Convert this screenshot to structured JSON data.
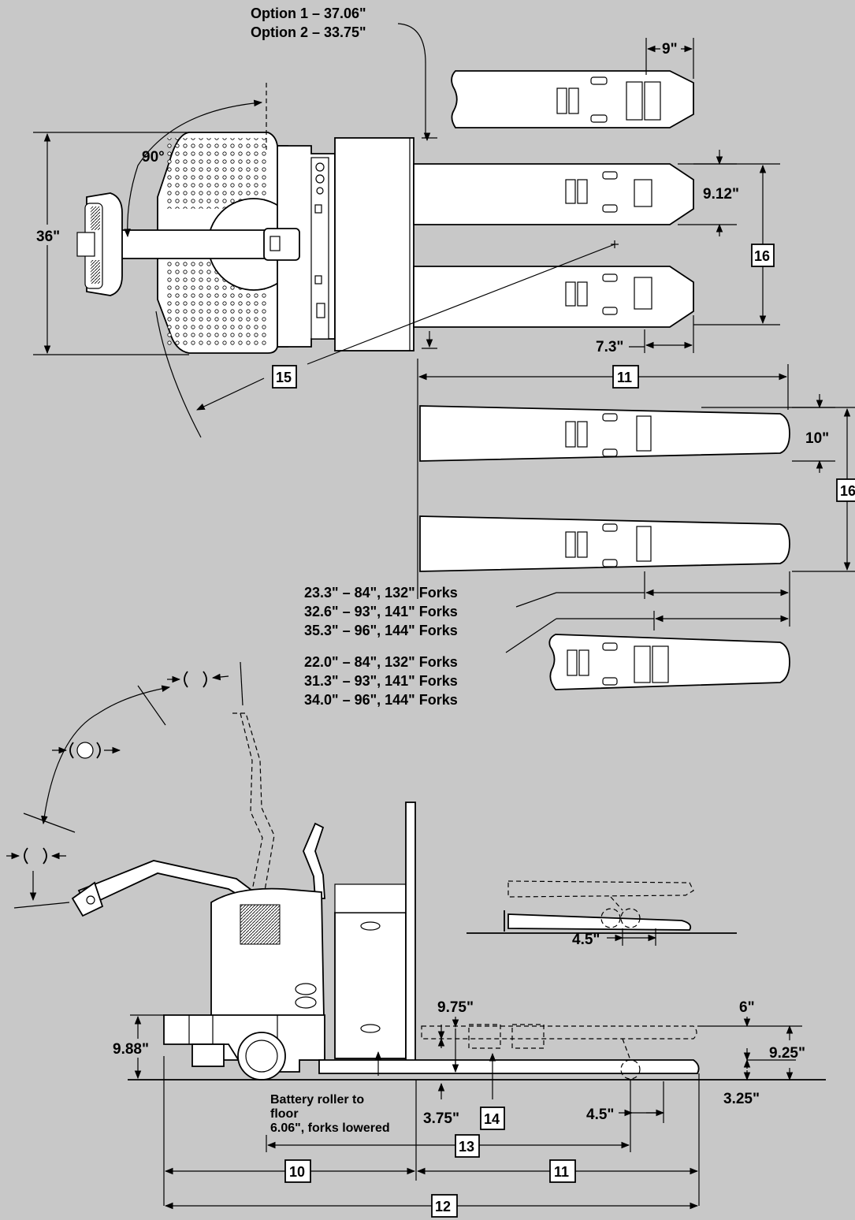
{
  "title": "Pallet truck dimension diagram",
  "colors": {
    "background": "#c8c8c8",
    "ink": "#000000",
    "paper": "#ffffff"
  },
  "top_view": {
    "option1": "Option 1 – 37.06\"",
    "option2": "Option 2 – 33.75\"",
    "angle": "90°",
    "width_36": "36\"",
    "dim_9": "9\"",
    "dim_9_12": "9.12\"",
    "dim_7_3": "7.3\"",
    "box_15": "15",
    "box_16": "16",
    "box_11": "11"
  },
  "fork_view": {
    "dim_10": "10\"",
    "box_16": "16",
    "list_a": [
      "23.3\" – 84\", 132\" Forks",
      "32.6\" – 93\", 141\" Forks",
      "35.3\" – 96\", 144\" Forks"
    ],
    "list_b": [
      "22.0\" – 84\", 132\" Forks",
      "31.3\" – 93\", 141\" Forks",
      "34.0\" – 96\", 144\" Forks"
    ]
  },
  "side_view": {
    "dim_9_88": "9.88\"",
    "dim_9_75": "9.75\"",
    "dim_6": "6\"",
    "dim_9_25": "9.25\"",
    "dim_3_25": "3.25\"",
    "dim_3_75": "3.75\"",
    "dim_4_5_a": "4.5\"",
    "dim_4_5_b": "4.5\"",
    "battery_line1": "Battery roller to",
    "battery_line2": "floor",
    "battery_line3": "6.06\", forks lowered",
    "box_14": "14",
    "box_13": "13",
    "box_10": "10",
    "box_11": "11",
    "box_12": "12"
  }
}
